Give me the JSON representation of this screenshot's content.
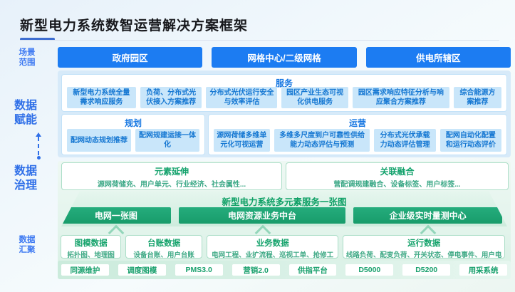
{
  "title": "新型电力系统数智运营解决方案框架",
  "colors": {
    "accent_blue": "#1c7cf2",
    "accent_green": "#1fa878"
  },
  "left_labels": {
    "scene": "场景范围",
    "empower": "数据赋能",
    "govern": "数据治理",
    "aggregate": "数据汇聚"
  },
  "scene_buttons": [
    "政府园区",
    "网格中心/二级网格",
    "供电所辖区"
  ],
  "empowerment": {
    "service": {
      "title": "服务",
      "items": [
        "新型电力系统全量需求响应服务",
        "负荷、分布式光伏接入方案推荐",
        "分布式光伏运行安全与效率评估",
        "园区产业生态可视化供电服务",
        "园区需求响应特征分析与响应聚合方案推荐",
        "综合能源方案推荐"
      ]
    },
    "plan": {
      "title": "规划",
      "items": [
        "配网动态规划推荐",
        "配网规建运接一体化"
      ]
    },
    "ops": {
      "title": "运营",
      "items": [
        "源网荷储多维单元化可视运营",
        "多维多尺度到户可靠性供给能力动态评估与预测",
        "分布式光伏承载力动态评估管理",
        "配网自动化配置和运行动态评价"
      ]
    }
  },
  "governance": {
    "boxes": [
      {
        "title": "元素延伸",
        "sub": "源网荷储充、用户单元、行业经济、社会属性..."
      },
      {
        "title": "关联融合",
        "sub": "营配调规建融合、设备标签、用户标签..."
      }
    ],
    "map_title": "新型电力系统多元素服务一张图",
    "platform_buttons": [
      "电网一张图",
      "电网资源业务中台",
      "企业级实时量测中心"
    ]
  },
  "aggregation": {
    "data_boxes": [
      {
        "title": "图模数据",
        "sub": "拓扑图、地理图"
      },
      {
        "title": "台账数据",
        "sub": "设备台账、用户台账"
      },
      {
        "title": "业务数据",
        "sub": "电网工程、业扩流程、巡视工单、抢修工单..."
      },
      {
        "title": "运行数据",
        "sub": "线路负荷、配变负荷、开关状态、停电事件、用户电量..."
      }
    ],
    "source_systems": [
      "同源维护",
      "调度图模",
      "PMS3.0",
      "营销2.0",
      "供指平台",
      "D5000",
      "D5200",
      "用采系统"
    ]
  }
}
